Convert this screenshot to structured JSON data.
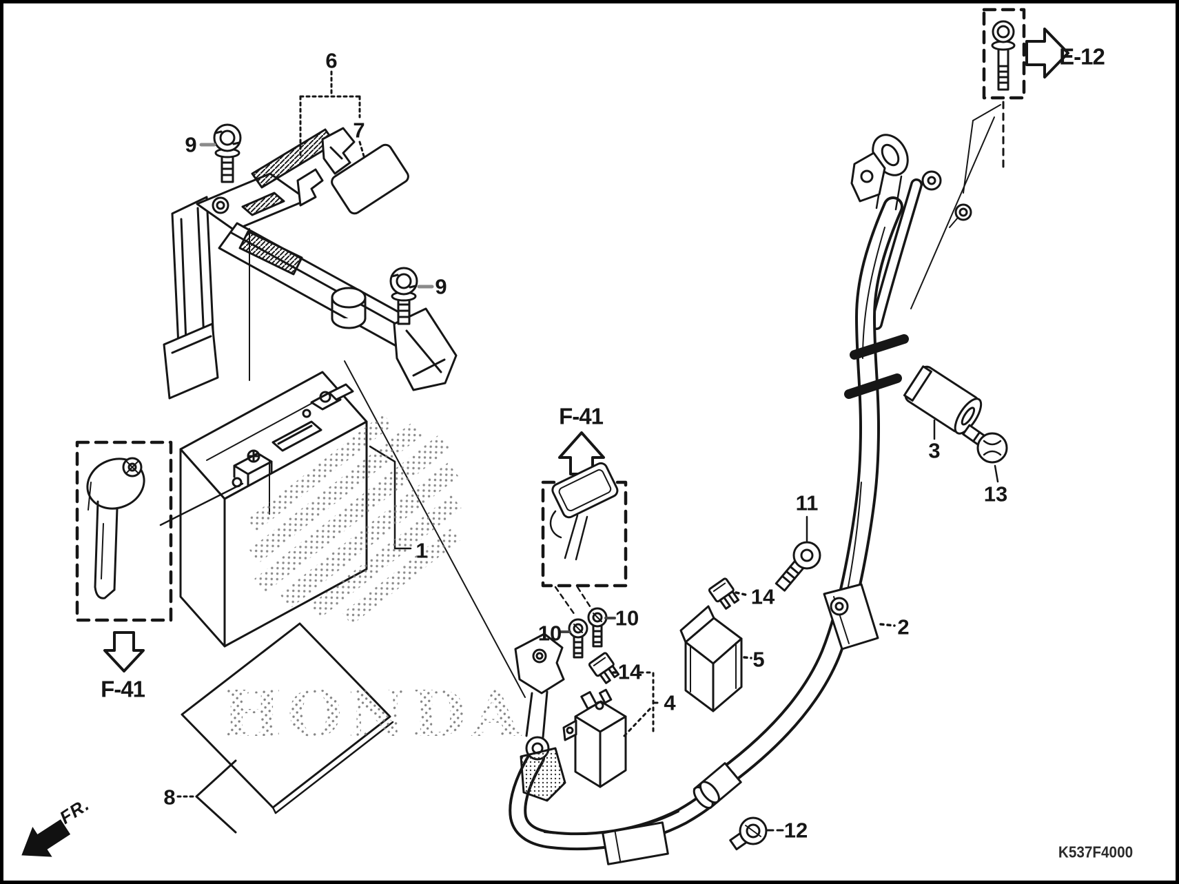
{
  "page": {
    "watermark": "HONDA",
    "drawing_code": "K537F4000",
    "front_marker": "FR."
  },
  "refs": {
    "e12": "E-12",
    "f41_center": "F-41",
    "f41_left": "F-41"
  },
  "callouts": {
    "battery": "1",
    "cable_clamp": "2",
    "terminal_cover_boot": "3",
    "starter_relay": "4",
    "fuse_case": "5",
    "battery_band": "6",
    "battery_pad": "7",
    "battery_mat": "8",
    "tray_bolt_a": "9",
    "tray_bolt_b": "9",
    "terminal_bolt_a": "10",
    "terminal_bolt_b": "10",
    "ring_terminal_bolt": "11",
    "ground_bolt": "12",
    "cover_bolt": "13",
    "fuse_a": "14",
    "fuse_b": "14"
  }
}
